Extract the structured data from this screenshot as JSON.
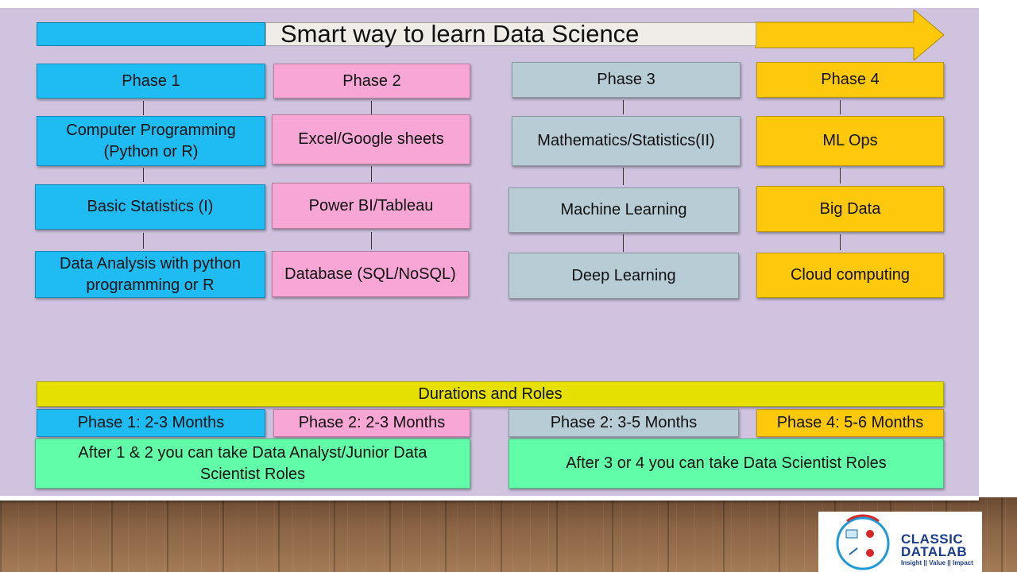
{
  "title": "Smart way to learn Data Science",
  "phases": [
    {
      "label": "Phase 1",
      "topics": [
        "Computer Programming (Python or R)",
        "Basic Statistics (I)",
        "Data Analysis with python programming or R"
      ]
    },
    {
      "label": "Phase 2",
      "topics": [
        "Excel/Google sheets",
        "Power BI/Tableau",
        "Database (SQL/NoSQL)"
      ]
    },
    {
      "label": "Phase 3",
      "topics": [
        "Mathematics/Statistics(II)",
        "Machine Learning",
        "Deep Learning"
      ]
    },
    {
      "label": "Phase 4",
      "topics": [
        "ML Ops",
        "Big Data",
        "Cloud computing"
      ]
    }
  ],
  "durations": {
    "header": "Durations and Roles",
    "items": [
      "Phase 1: 2-3  Months",
      "Phase 2: 2-3 Months",
      "Phase 2: 3-5 Months",
      "Phase 4: 5-6 Months"
    ],
    "roles": [
      "After 1 & 2 you can take Data Analyst/Junior Data Scientist Roles",
      "After 3 or  4 you can take  Data Scientist Roles"
    ]
  },
  "logo": {
    "line1": "CLASSIC",
    "line2": "DATALAB",
    "tagline": "Insight || Value || Impact"
  },
  "colors": {
    "background": "#cfc3e0",
    "phase1": "#1ebcf3",
    "phase2": "#f7a6d5",
    "phase3": "#b7ccd5",
    "phase4": "#fdc90a",
    "durations_header": "#e6e000",
    "roles": "#62fda9"
  }
}
